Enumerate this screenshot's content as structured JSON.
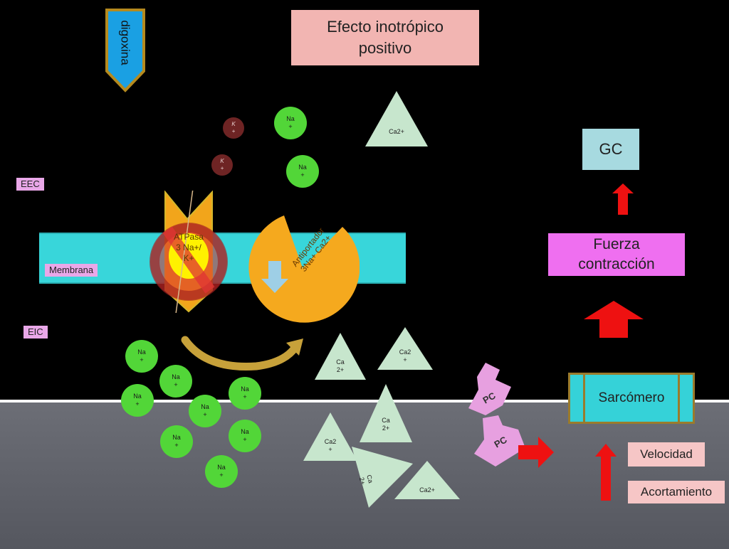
{
  "title": "Efecto inotrópico\npositivo",
  "drug": "digoxina",
  "regions": {
    "eec": "EEC",
    "membrane": "Membrana",
    "eic": "EIC"
  },
  "pump": {
    "label": "ATPasa\n3 Na+/\nK+"
  },
  "antiporter": {
    "label": "Antiportador\n3Na+ Ca2+"
  },
  "ions": {
    "na": "Na\n+",
    "k": "K\n+",
    "ca_a": "Ca2\n+",
    "ca_b": "Ca\n2+",
    "ca_c": "Ca2+"
  },
  "pc": "PC",
  "outcomes": {
    "gc": "GC",
    "force": "Fuerza\ncontracción",
    "sarcomere": "Sarcómero",
    "velocity": "Velocidad",
    "shortening": "Acortamiento"
  },
  "colors": {
    "na": "#52d638",
    "k": "#6e2424",
    "ca": "#c7e6cd",
    "membrane": "#38d6da",
    "antiporter": "#f5a91e",
    "arrow": "#ee1111",
    "pc": "#e7a0e0"
  }
}
